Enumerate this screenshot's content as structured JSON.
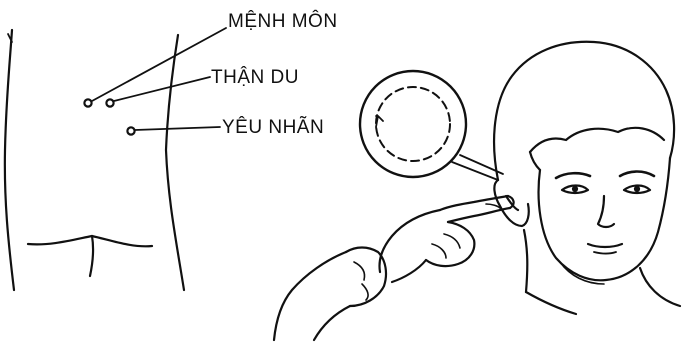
{
  "labels": {
    "menh_mon": "MỆNH MÔN",
    "than_du": "THẬN DU",
    "yeu_nhan": "YÊU NHÃN"
  },
  "colors": {
    "ink": "#111111",
    "background": "#ffffff"
  },
  "icons": [
    "acupoint-marker",
    "massage-direction-circle",
    "head-illustration",
    "hand-illustration",
    "back-torso-illustration"
  ]
}
